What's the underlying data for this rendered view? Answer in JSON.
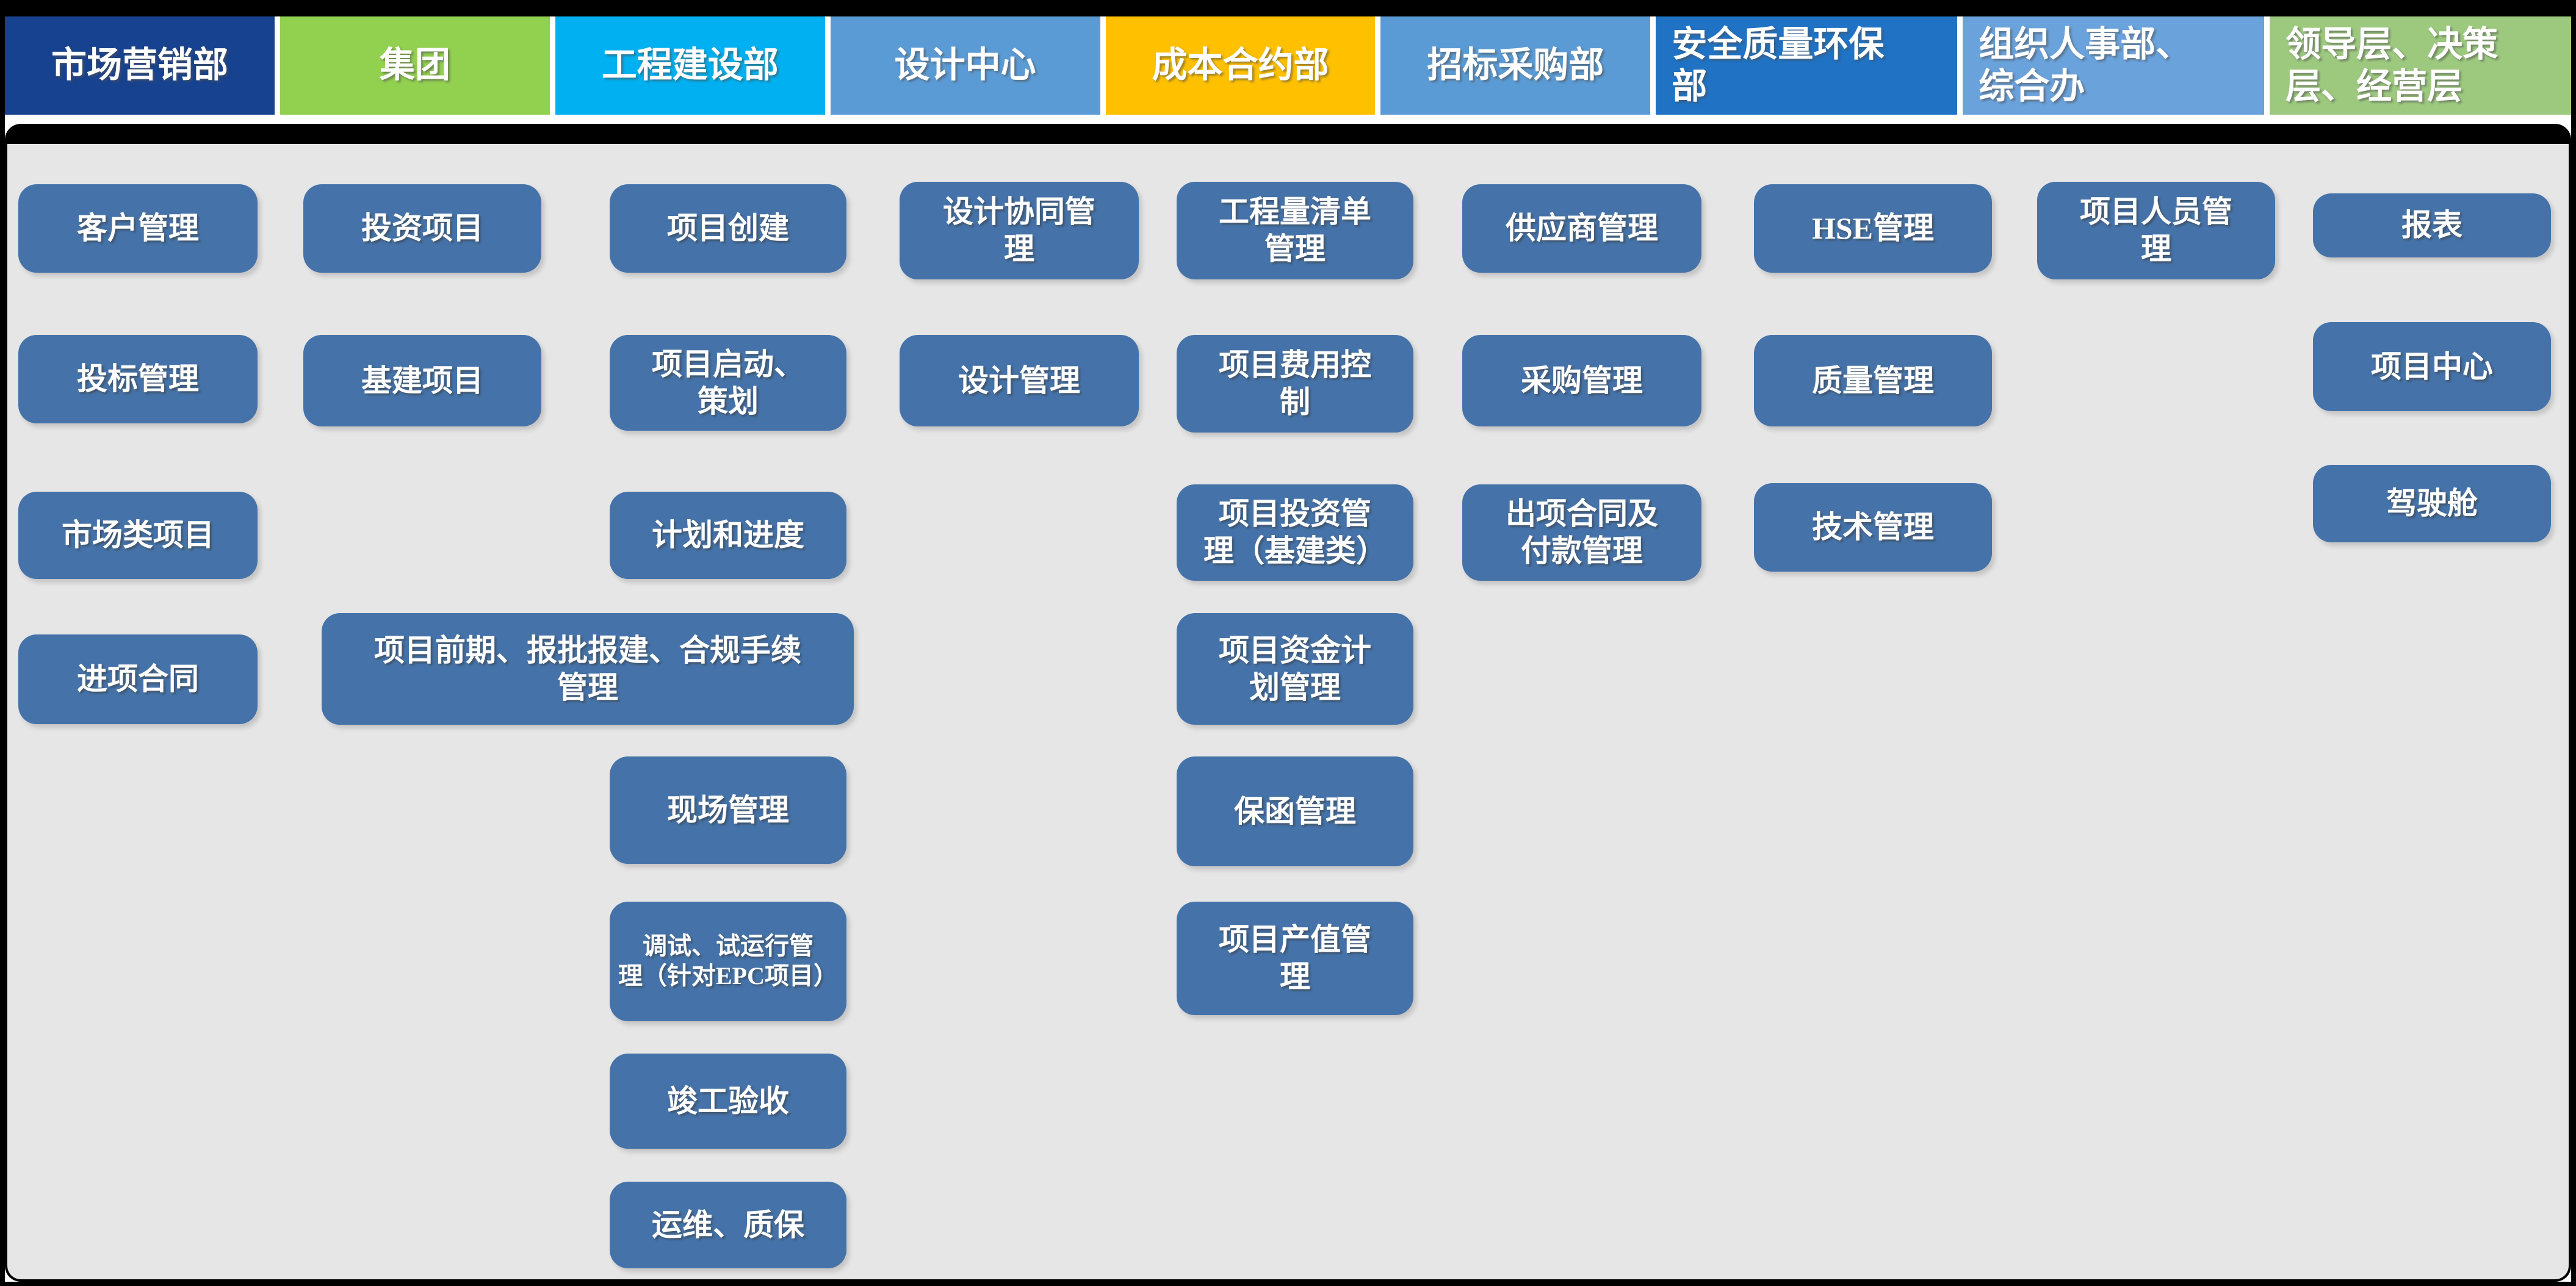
{
  "page": {
    "frame_color": "#000000",
    "background_color": "#FFFFFF",
    "panel_color": "#E7E6E6",
    "module_color": "#4573A9",
    "text_color": "#FFFFFF"
  },
  "header": {
    "departments": [
      {
        "id": "marketing",
        "label": "市场营销部",
        "color": "#17428F"
      },
      {
        "id": "group",
        "label": "集团",
        "color": "#92D050"
      },
      {
        "id": "construction",
        "label": "工程建设部",
        "color": "#00B0F0"
      },
      {
        "id": "design-center",
        "label": "设计中心",
        "color": "#5B9BD5"
      },
      {
        "id": "cost-contract",
        "label": "成本合约部",
        "color": "#FFC000"
      },
      {
        "id": "bidding-procurement",
        "label": "招标采购部",
        "color": "#5B9BD5"
      },
      {
        "id": "safety-quality-env",
        "label": "安全质量环保\n部",
        "color": "#1F72C4"
      },
      {
        "id": "hr-admin",
        "label": "组织人事部、\n综合办",
        "color": "#6AA2DC"
      },
      {
        "id": "leadership",
        "label": "领导层、决策\n层、经营层",
        "color": "#9DC97F"
      }
    ]
  },
  "modules": [
    {
      "id": "customer-mgmt",
      "department": "市场营销部",
      "label": "客户管理"
    },
    {
      "id": "bid-mgmt",
      "department": "市场营销部",
      "label": "投标管理"
    },
    {
      "id": "market-projects",
      "department": "市场营销部",
      "label": "市场类项目"
    },
    {
      "id": "incoming-contracts",
      "department": "市场营销部",
      "label": "进项合同"
    },
    {
      "id": "investment-projects",
      "department": "集团",
      "label": "投资项目"
    },
    {
      "id": "infrastructure-projects",
      "department": "集团",
      "label": "基建项目"
    },
    {
      "id": "pre-project-approval",
      "department": "集团",
      "label": "项目前期、报批报建、合规手续\n管理"
    },
    {
      "id": "project-creation",
      "department": "工程建设部",
      "label": "项目创建"
    },
    {
      "id": "startup-planning",
      "department": "工程建设部",
      "label": "项目启动、\n策划"
    },
    {
      "id": "plan-progress",
      "department": "工程建设部",
      "label": "计划和进度"
    },
    {
      "id": "site-mgmt",
      "department": "工程建设部",
      "label": "现场管理"
    },
    {
      "id": "commissioning-trial",
      "department": "工程建设部",
      "label": "调试、试运行管\n理（针对EPC项目）"
    },
    {
      "id": "completion-acceptance",
      "department": "工程建设部",
      "label": "竣工验收"
    },
    {
      "id": "om-warranty",
      "department": "工程建设部",
      "label": "运维、质保"
    },
    {
      "id": "design-collab-mgmt",
      "department": "设计中心",
      "label": "设计协同管\n理"
    },
    {
      "id": "design-mgmt",
      "department": "设计中心",
      "label": "设计管理"
    },
    {
      "id": "boq-mgmt",
      "department": "成本合约部",
      "label": "工程量清单\n管理"
    },
    {
      "id": "project-cost-control",
      "department": "成本合约部",
      "label": "项目费用控\n制"
    },
    {
      "id": "project-investment-mgmt",
      "department": "成本合约部",
      "label": "项目投资管\n理（基建类）"
    },
    {
      "id": "project-funding-plan",
      "department": "成本合约部",
      "label": "项目资金计\n划管理"
    },
    {
      "id": "guarantee-mgmt",
      "department": "成本合约部",
      "label": "保函管理"
    },
    {
      "id": "project-output-value",
      "department": "成本合约部",
      "label": "项目产值管\n理"
    },
    {
      "id": "supplier-mgmt",
      "department": "招标采购部",
      "label": "供应商管理"
    },
    {
      "id": "procurement-mgmt",
      "department": "招标采购部",
      "label": "采购管理"
    },
    {
      "id": "outgoing-contract-payment",
      "department": "招标采购部",
      "label": "出项合同及\n付款管理"
    },
    {
      "id": "hse-mgmt",
      "department": "安全质量环保部",
      "label": "HSE管理"
    },
    {
      "id": "quality-mgmt",
      "department": "安全质量环保部",
      "label": "质量管理"
    },
    {
      "id": "tech-mgmt",
      "department": "安全质量环保部",
      "label": "技术管理"
    },
    {
      "id": "project-personnel-mgmt",
      "department": "组织人事部、综合办",
      "label": "项目人员管\n理"
    },
    {
      "id": "reports",
      "department": "领导层、决策层、经营层",
      "label": "报表"
    },
    {
      "id": "project-center",
      "department": "领导层、决策层、经营层",
      "label": "项目中心"
    },
    {
      "id": "cockpit",
      "department": "领导层、决策层、经营层",
      "label": "驾驶舱"
    }
  ]
}
